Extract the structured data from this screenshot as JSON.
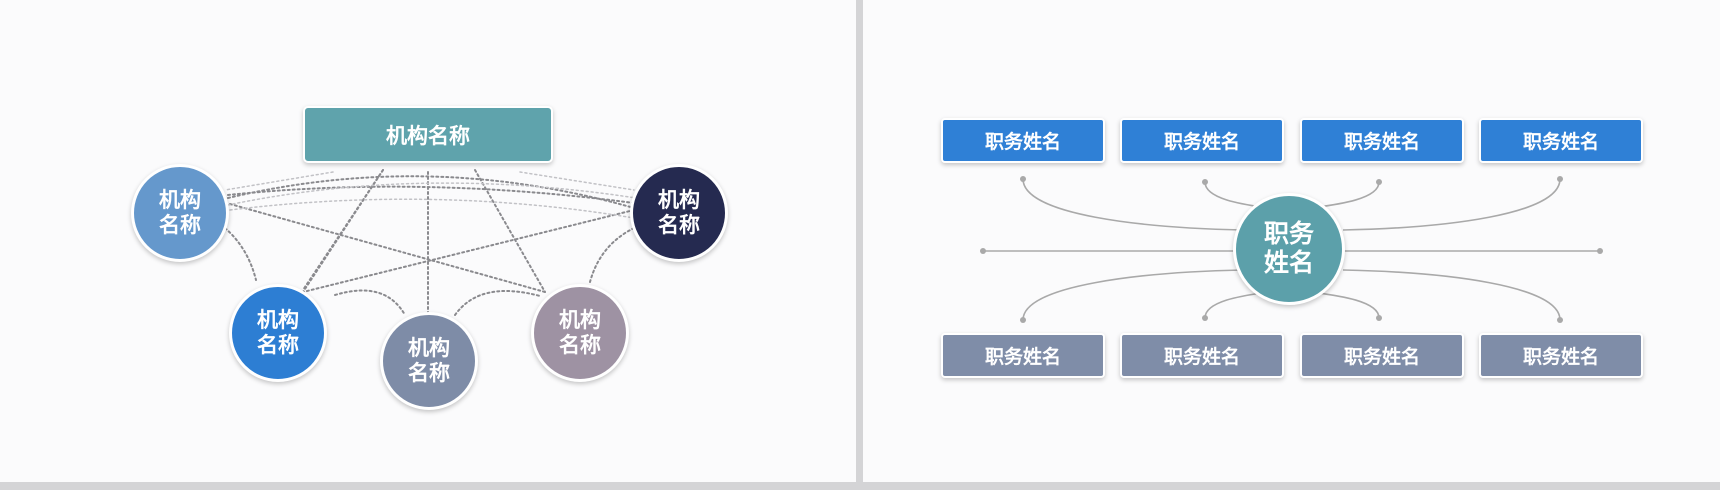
{
  "slide_left": {
    "title_box": "机构名称",
    "org_nodes": [
      {
        "label": "机构名称",
        "color": "#6598cc"
      },
      {
        "label": "机构名称",
        "color": "#2d7ed3"
      },
      {
        "label": "机构名称",
        "color": "#7e8ca7"
      },
      {
        "label": "机构名称",
        "color": "#9e92a3"
      },
      {
        "label": "机构名称",
        "color": "#252a50"
      }
    ]
  },
  "slide_right": {
    "center": "职务姓名",
    "top_row": [
      {
        "label": "职务姓名"
      },
      {
        "label": "职务姓名"
      },
      {
        "label": "职务姓名"
      },
      {
        "label": "职务姓名"
      }
    ],
    "bottom_row": [
      {
        "label": "职务姓名"
      },
      {
        "label": "职务姓名"
      },
      {
        "label": "职务姓名"
      },
      {
        "label": "职务姓名"
      }
    ],
    "colors": {
      "top": "#2f80d6",
      "bottom": "#7f8da8",
      "center": "#5ca0aa",
      "connector": "#a9a9a9"
    }
  }
}
